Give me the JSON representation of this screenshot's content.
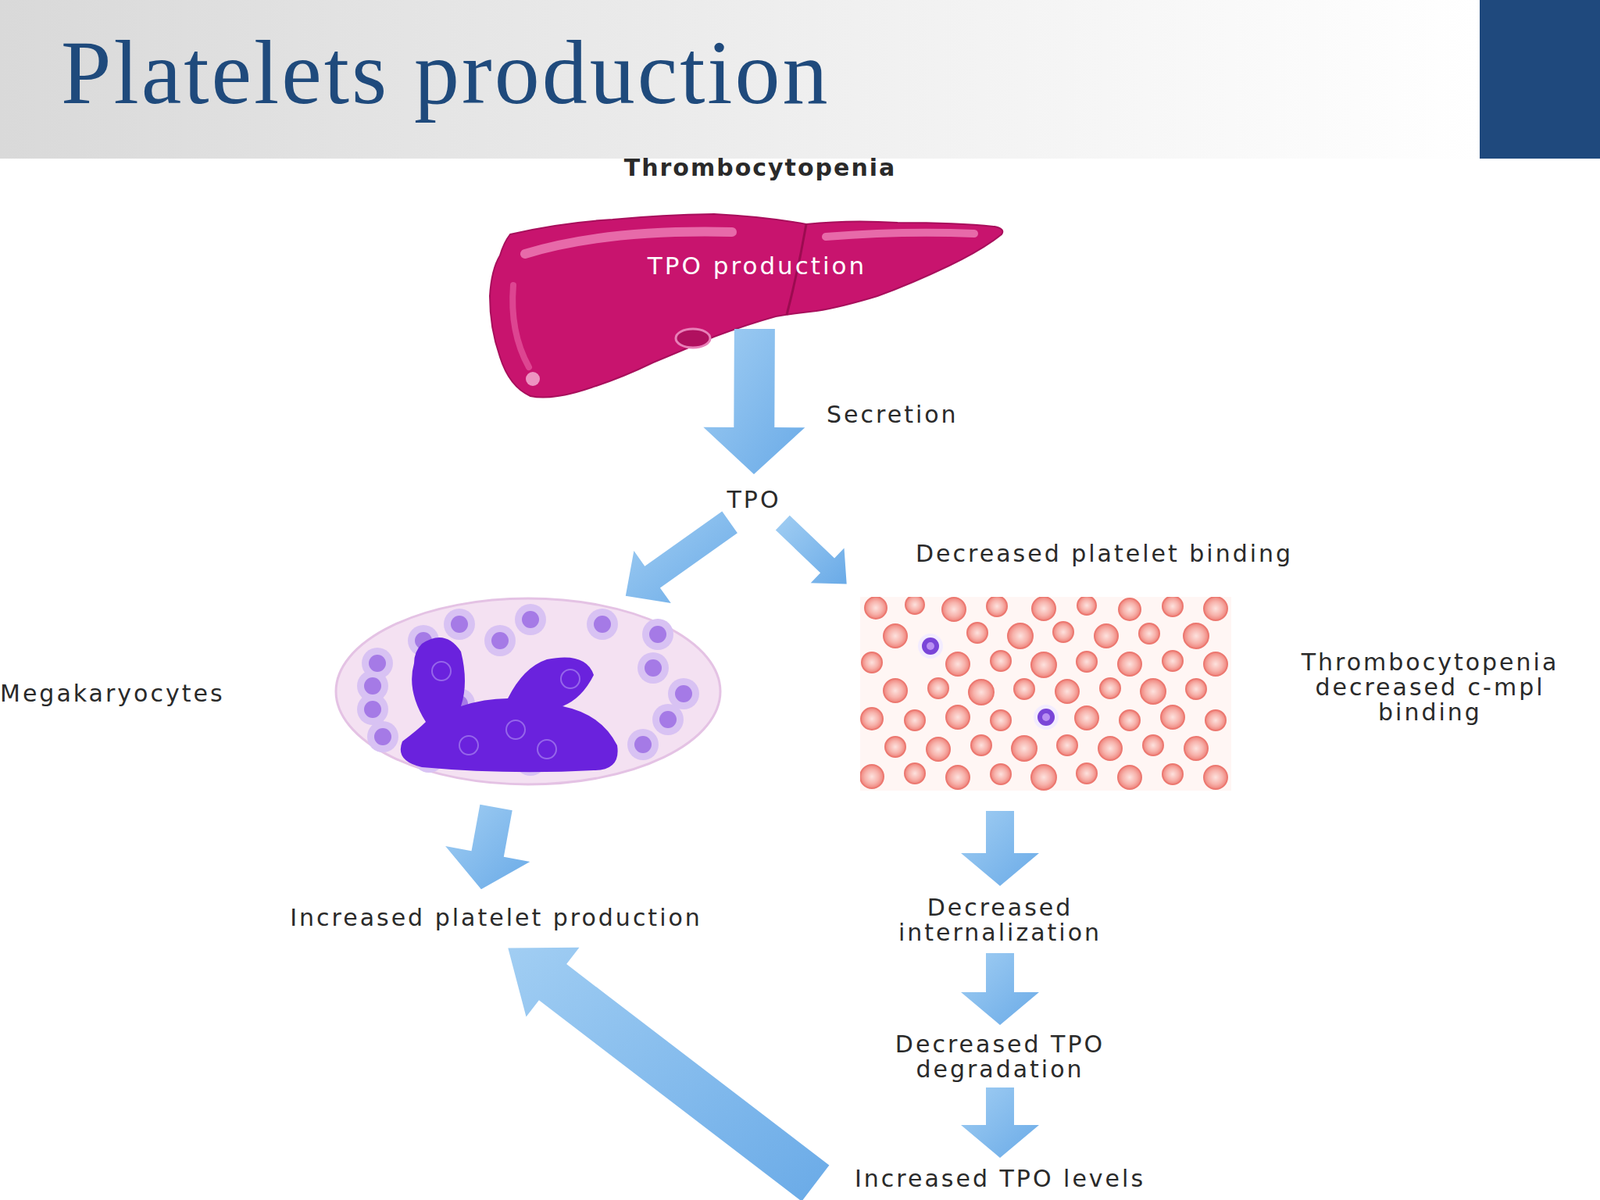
{
  "diagram": {
    "title": "Platelets production",
    "nodes": [
      {
        "text": [
          "TPO production"
        ]
      },
      {
        "text": [
          "TPO"
        ]
      },
      {
        "text": [
          "Megakaryocytes"
        ]
      },
      {
        "text": [
          "Thrombocytopenia decreased c-mpl binding"
        ]
      },
      {
        "text": [
          "Increased platelet production"
        ]
      },
      {
        "text": [
          "Decreased internalization"
        ]
      },
      {
        "text": [
          "Decreased TPO degradation"
        ]
      },
      {
        "text": [
          "Increased TPO levels"
        ]
      }
    ],
    "edges": [
      {
        "from": 0,
        "to": 1,
        "label": "Secretion",
        "arrow": "to"
      },
      {
        "from": 1,
        "to": 2,
        "arrow": "to"
      },
      {
        "from": 1,
        "to": 3,
        "label": "Decreased platelet binding",
        "arrow": "to"
      },
      {
        "from": 2,
        "to": 4,
        "arrow": "to"
      },
      {
        "from": 3,
        "to": 5,
        "arrow": "to"
      },
      {
        "from": 5,
        "to": 6,
        "arrow": "to"
      },
      {
        "from": 6,
        "to": 7,
        "arrow": "to"
      },
      {
        "from": 7,
        "to": 4,
        "arrow": "to"
      }
    ],
    "labels": [
      "Thrombocytopenia"
    ]
  }
}
